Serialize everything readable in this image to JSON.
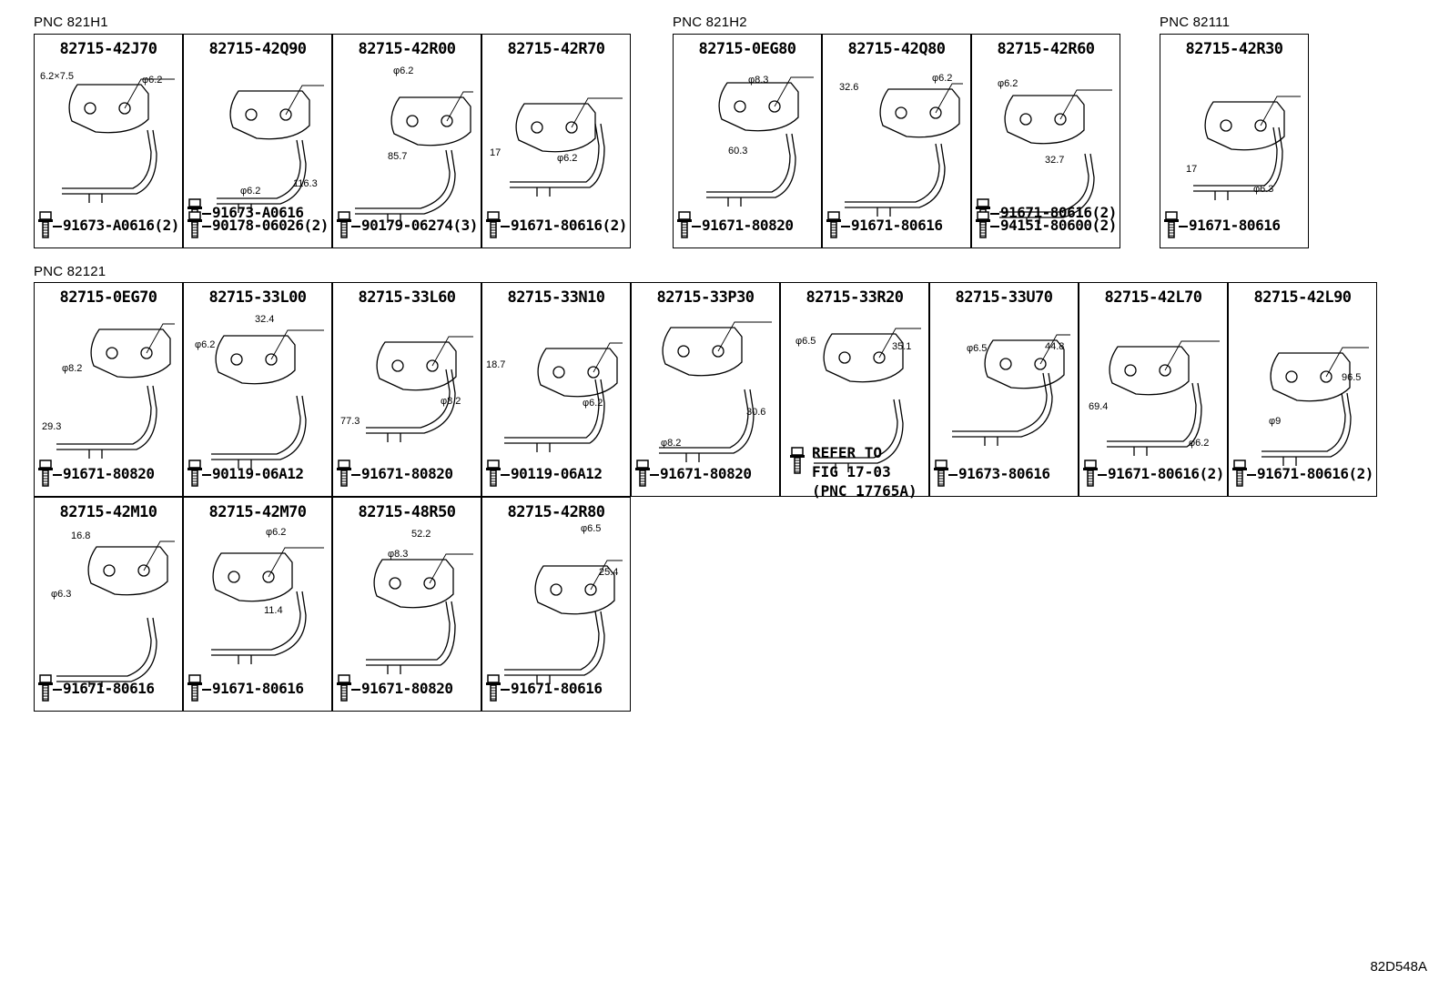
{
  "groups": [
    {
      "label": "PNC 821H1",
      "cells": [
        {
          "part": "82715-42J70",
          "dims": [
            "6.2×7.5",
            "φ6.2"
          ],
          "fasteners": [
            "91673-A0616(2)"
          ]
        },
        {
          "part": "82715-42Q90",
          "dims": [
            "φ6.2",
            "116.3"
          ],
          "fasteners": [
            "91673-A0616",
            "90178-06026(2)"
          ]
        },
        {
          "part": "82715-42R00",
          "dims": [
            "φ6.2",
            "85.7"
          ],
          "fasteners": [
            "90179-06274(3)"
          ]
        },
        {
          "part": "82715-42R70",
          "dims": [
            "17",
            "φ6.2"
          ],
          "fasteners": [
            "91671-80616(2)"
          ]
        }
      ]
    },
    {
      "label": "PNC 821H2",
      "cells": [
        {
          "part": "82715-0EG80",
          "dims": [
            "φ8.3",
            "60.3"
          ],
          "fasteners": [
            "91671-80820"
          ]
        },
        {
          "part": "82715-42Q80",
          "dims": [
            "32.6",
            "φ6.2"
          ],
          "fasteners": [
            "91671-80616"
          ]
        },
        {
          "part": "82715-42R60",
          "dims": [
            "φ6.2",
            "32.7"
          ],
          "fasteners": [
            "91671-80616(2)",
            "94151-80600(2)"
          ]
        }
      ]
    },
    {
      "label": "PNC 82111",
      "cells": [
        {
          "part": "82715-42R30",
          "dims": [
            "17",
            "φ6.3"
          ],
          "fasteners": [
            "91671-80616"
          ]
        }
      ]
    },
    {
      "label": "PNC 82121",
      "cells": [
        {
          "part": "82715-0EG70",
          "dims": [
            "φ8.2",
            "29.3"
          ],
          "fasteners": [
            "91671-80820"
          ]
        },
        {
          "part": "82715-33L00",
          "dims": [
            "32.4",
            "φ6.2"
          ],
          "fasteners": [
            "90119-06A12"
          ]
        },
        {
          "part": "82715-33L60",
          "dims": [
            "φ8.2",
            "77.3"
          ],
          "fasteners": [
            "91671-80820"
          ]
        },
        {
          "part": "82715-33N10",
          "dims": [
            "18.7",
            "φ6.2"
          ],
          "fasteners": [
            "90119-06A12"
          ]
        },
        {
          "part": "82715-33P30",
          "dims": [
            "30.6",
            "φ8.2"
          ],
          "fasteners": [
            "91671-80820"
          ]
        },
        {
          "part": "82715-33R20",
          "dims": [
            "φ6.5",
            "35.1"
          ],
          "fasteners": [],
          "refer": "REFER TO\nFIG 17-03\n(PNC 17765A)"
        },
        {
          "part": "82715-33U70",
          "dims": [
            "φ6.5",
            "44.8"
          ],
          "fasteners": [
            "91673-80616"
          ]
        },
        {
          "part": "82715-42L70",
          "dims": [
            "69.4",
            "φ6.2"
          ],
          "fasteners": [
            "91671-80616(2)"
          ]
        },
        {
          "part": "82715-42L90",
          "dims": [
            "96.5",
            "φ9"
          ],
          "fasteners": [
            "91671-80616(2)"
          ]
        },
        {
          "part": "82715-42M10",
          "dims": [
            "16.8",
            "φ6.3"
          ],
          "fasteners": [
            "91671-80616"
          ]
        },
        {
          "part": "82715-42M70",
          "dims": [
            "φ6.2",
            "11.4"
          ],
          "fasteners": [
            "91671-80616"
          ]
        },
        {
          "part": "82715-48R50",
          "dims": [
            "52.2",
            "φ8.3"
          ],
          "fasteners": [
            "91671-80820"
          ]
        },
        {
          "part": "82715-42R80",
          "dims": [
            "φ6.5",
            "25.4"
          ],
          "fasteners": [
            "91671-80616"
          ]
        }
      ]
    }
  ],
  "figure_code": "82D548A"
}
